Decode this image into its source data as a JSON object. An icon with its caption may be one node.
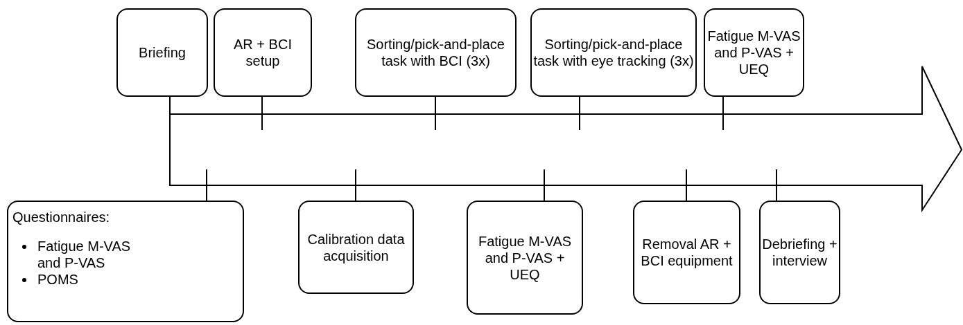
{
  "diagram": {
    "nodes": [
      {
        "text": [
          "Briefing"
        ]
      },
      {
        "text": [
          "AR + BCI setup"
        ]
      },
      {
        "text": [
          "Sorting/pick-and-place task with BCI (3x)"
        ]
      },
      {
        "text": [
          "Sorting/pick-and-place task with eye tracking (3x)"
        ]
      },
      {
        "text": [
          "Fatigue M-VAS and P-VAS + UEQ"
        ]
      },
      {
        "text": [],
        "shape": "arrow"
      },
      {
        "text": [
          "Questionnaires:",
          "Fatigue M-VAS and P-VAS",
          "POMS"
        ]
      },
      {
        "text": [
          "Calibration data acquisition"
        ]
      },
      {
        "text": [
          "Fatigue M-VAS and P-VAS + UEQ"
        ]
      },
      {
        "text": [
          "Removal AR + BCI equipment"
        ]
      },
      {
        "text": [
          "Debriefing + interview"
        ]
      }
    ],
    "edges": [
      {
        "from": 0,
        "to": 5,
        "arrow": "none"
      },
      {
        "from": 1,
        "to": 5,
        "arrow": "none"
      },
      {
        "from": 2,
        "to": 5,
        "arrow": "none"
      },
      {
        "from": 3,
        "to": 5,
        "arrow": "none"
      },
      {
        "from": 4,
        "to": 5,
        "arrow": "none"
      },
      {
        "from": 6,
        "to": 5,
        "arrow": "none"
      },
      {
        "from": 7,
        "to": 5,
        "arrow": "none"
      },
      {
        "from": 8,
        "to": 5,
        "arrow": "none"
      },
      {
        "from": 9,
        "to": 5,
        "arrow": "none"
      },
      {
        "from": 10,
        "to": 5,
        "arrow": "none"
      }
    ]
  }
}
